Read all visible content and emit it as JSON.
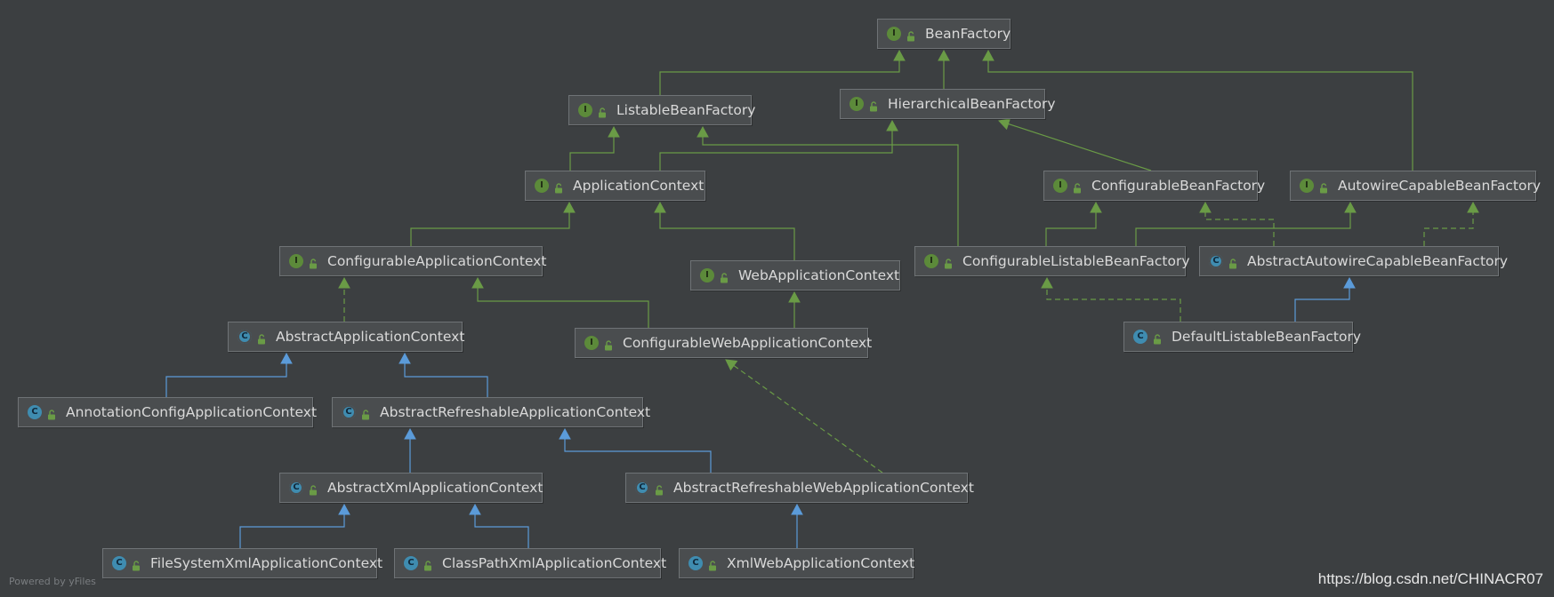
{
  "colors": {
    "interface_edge": "#6a9b46",
    "class_edge": "#5b9bd9",
    "background": "#3c3f41"
  },
  "icons": {
    "interface": "interface-icon",
    "class": "class-icon",
    "abstract_class": "abstract-class-icon",
    "visibility": "unlock-icon"
  },
  "nodes": [
    {
      "id": "BeanFactory",
      "label": "BeanFactory",
      "kind": "interface"
    },
    {
      "id": "ListableBeanFactory",
      "label": "ListableBeanFactory",
      "kind": "interface"
    },
    {
      "id": "HierarchicalBeanFactory",
      "label": "HierarchicalBeanFactory",
      "kind": "interface"
    },
    {
      "id": "ApplicationContext",
      "label": "ApplicationContext",
      "kind": "interface"
    },
    {
      "id": "ConfigurableBeanFactory",
      "label": "ConfigurableBeanFactory",
      "kind": "interface"
    },
    {
      "id": "AutowireCapableBeanFactory",
      "label": "AutowireCapableBeanFactory",
      "kind": "interface"
    },
    {
      "id": "ConfigurableApplicationContext",
      "label": "ConfigurableApplicationContext",
      "kind": "interface"
    },
    {
      "id": "WebApplicationContext",
      "label": "WebApplicationContext",
      "kind": "interface"
    },
    {
      "id": "ConfigurableListableBeanFactory",
      "label": "ConfigurableListableBeanFactory",
      "kind": "interface"
    },
    {
      "id": "AbstractAutowireCapableBeanFactory",
      "label": "AbstractAutowireCapableBeanFactory",
      "kind": "abstract_class"
    },
    {
      "id": "AbstractApplicationContext",
      "label": "AbstractApplicationContext",
      "kind": "abstract_class"
    },
    {
      "id": "ConfigurableWebApplicationContext",
      "label": "ConfigurableWebApplicationContext",
      "kind": "interface"
    },
    {
      "id": "DefaultListableBeanFactory",
      "label": "DefaultListableBeanFactory",
      "kind": "class"
    },
    {
      "id": "AnnotationConfigApplicationContext",
      "label": "AnnotationConfigApplicationContext",
      "kind": "class"
    },
    {
      "id": "AbstractRefreshableApplicationContext",
      "label": "AbstractRefreshableApplicationContext",
      "kind": "abstract_class"
    },
    {
      "id": "AbstractXmlApplicationContext",
      "label": "AbstractXmlApplicationContext",
      "kind": "abstract_class"
    },
    {
      "id": "AbstractRefreshableWebApplicationContext",
      "label": "AbstractRefreshableWebApplicationContext",
      "kind": "abstract_class"
    },
    {
      "id": "FileSystemXmlApplicationContext",
      "label": "FileSystemXmlApplicationContext",
      "kind": "class"
    },
    {
      "id": "ClassPathXmlApplicationContext",
      "label": "ClassPathXmlApplicationContext",
      "kind": "class"
    },
    {
      "id": "XmlWebApplicationContext",
      "label": "XmlWebApplicationContext",
      "kind": "class"
    }
  ],
  "edges": [
    {
      "from": "ListableBeanFactory",
      "to": "BeanFactory",
      "type": "extends"
    },
    {
      "from": "HierarchicalBeanFactory",
      "to": "BeanFactory",
      "type": "extends"
    },
    {
      "from": "AutowireCapableBeanFactory",
      "to": "BeanFactory",
      "type": "extends"
    },
    {
      "from": "ApplicationContext",
      "to": "ListableBeanFactory",
      "type": "extends"
    },
    {
      "from": "ApplicationContext",
      "to": "HierarchicalBeanFactory",
      "type": "extends"
    },
    {
      "from": "ConfigurableListableBeanFactory",
      "to": "ListableBeanFactory",
      "type": "extends"
    },
    {
      "from": "ConfigurableBeanFactory",
      "to": "HierarchicalBeanFactory",
      "type": "extends"
    },
    {
      "from": "ConfigurableApplicationContext",
      "to": "ApplicationContext",
      "type": "extends"
    },
    {
      "from": "WebApplicationContext",
      "to": "ApplicationContext",
      "type": "extends"
    },
    {
      "from": "ConfigurableListableBeanFactory",
      "to": "ConfigurableBeanFactory",
      "type": "extends"
    },
    {
      "from": "ConfigurableListableBeanFactory",
      "to": "AutowireCapableBeanFactory",
      "type": "extends"
    },
    {
      "from": "AbstractAutowireCapableBeanFactory",
      "to": "ConfigurableBeanFactory",
      "type": "implements"
    },
    {
      "from": "AbstractAutowireCapableBeanFactory",
      "to": "AutowireCapableBeanFactory",
      "type": "implements"
    },
    {
      "from": "AbstractApplicationContext",
      "to": "ConfigurableApplicationContext",
      "type": "implements"
    },
    {
      "from": "ConfigurableWebApplicationContext",
      "to": "ConfigurableApplicationContext",
      "type": "extends"
    },
    {
      "from": "ConfigurableWebApplicationContext",
      "to": "WebApplicationContext",
      "type": "extends"
    },
    {
      "from": "DefaultListableBeanFactory",
      "to": "ConfigurableListableBeanFactory",
      "type": "implements"
    },
    {
      "from": "DefaultListableBeanFactory",
      "to": "AbstractAutowireCapableBeanFactory",
      "type": "class_extends"
    },
    {
      "from": "AnnotationConfigApplicationContext",
      "to": "AbstractApplicationContext",
      "type": "class_extends"
    },
    {
      "from": "AbstractRefreshableApplicationContext",
      "to": "AbstractApplicationContext",
      "type": "class_extends"
    },
    {
      "from": "AbstractXmlApplicationContext",
      "to": "AbstractRefreshableApplicationContext",
      "type": "class_extends"
    },
    {
      "from": "AbstractRefreshableWebApplicationContext",
      "to": "AbstractRefreshableApplicationContext",
      "type": "class_extends"
    },
    {
      "from": "AbstractRefreshableWebApplicationContext",
      "to": "ConfigurableWebApplicationContext",
      "type": "implements"
    },
    {
      "from": "FileSystemXmlApplicationContext",
      "to": "AbstractXmlApplicationContext",
      "type": "class_extends"
    },
    {
      "from": "ClassPathXmlApplicationContext",
      "to": "AbstractXmlApplicationContext",
      "type": "class_extends"
    },
    {
      "from": "XmlWebApplicationContext",
      "to": "AbstractRefreshableWebApplicationContext",
      "type": "class_extends"
    }
  ],
  "footer": {
    "powered_by": "Powered by yFiles",
    "watermark": "https://blog.csdn.net/CHINACR07"
  }
}
